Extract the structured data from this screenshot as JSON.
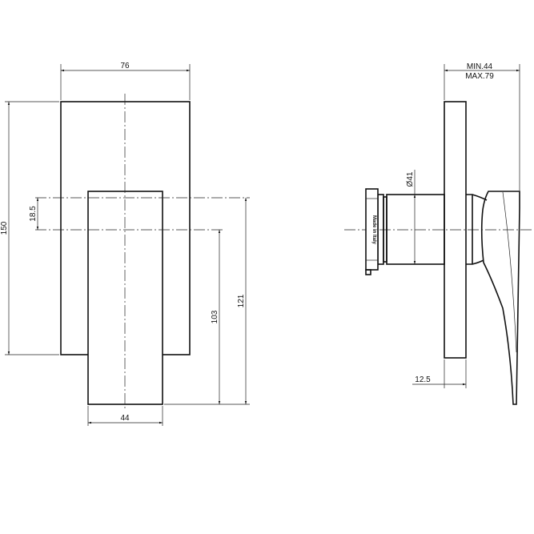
{
  "front_view": {
    "dimensions": {
      "plate_width": "76",
      "plate_height": "150",
      "axis_offset": "18.5",
      "lower_axis_to_bottom": "103",
      "upper_axis_to_bottom": "121",
      "handle_width": "44"
    }
  },
  "side_view": {
    "dimensions": {
      "depth_min": "MIN.44",
      "depth_max": "MAX.79",
      "body_diameter": "Ø41",
      "plate_thickness": "12.5"
    },
    "nut_marking": "Made in Italy"
  },
  "colors": {
    "line": "#111111",
    "background": "#ffffff"
  }
}
